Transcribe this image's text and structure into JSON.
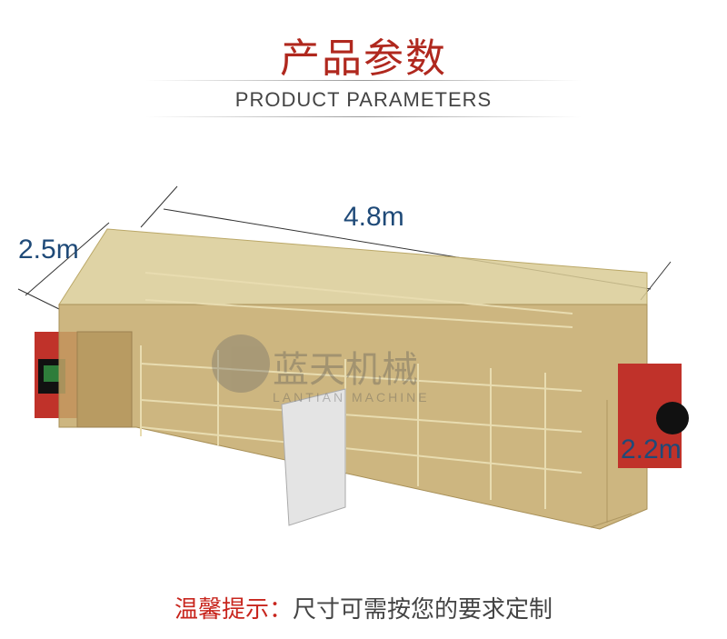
{
  "header": {
    "title_cn": "产品参数",
    "title_en": "PRODUCT PARAMETERS"
  },
  "diagram": {
    "length_label": "4.8m",
    "width_label": "2.5m",
    "height_label": "2.2m",
    "watermark_cn": "蓝天机械",
    "watermark_en": "LANTIAN MACHINE",
    "colors": {
      "chamber": "#c9b57a",
      "heater": "#c0322a",
      "dimension_text": "#1f4a78"
    }
  },
  "footer": {
    "tip_label": "温馨提示：",
    "tip_text": "尺寸可需按您的要求定制"
  }
}
